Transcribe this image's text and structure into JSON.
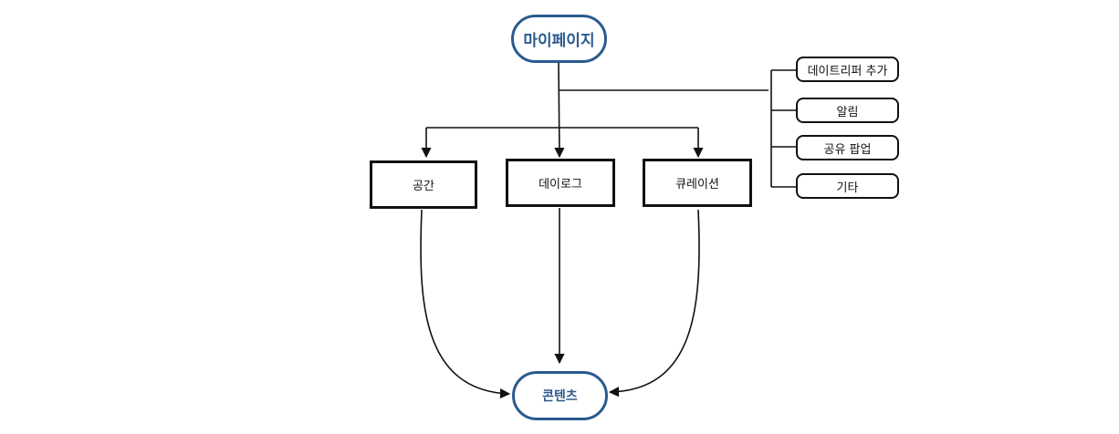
{
  "colors": {
    "accent": "#2b5a8e",
    "line": "#111111"
  },
  "nodes": {
    "root": "마이페이지",
    "children": [
      "공간",
      "데이로그",
      "큐레이션"
    ],
    "target": "콘텐츠",
    "side_menu": [
      "데이트리퍼 추가",
      "알림",
      "공유 팝업",
      "기타"
    ]
  }
}
